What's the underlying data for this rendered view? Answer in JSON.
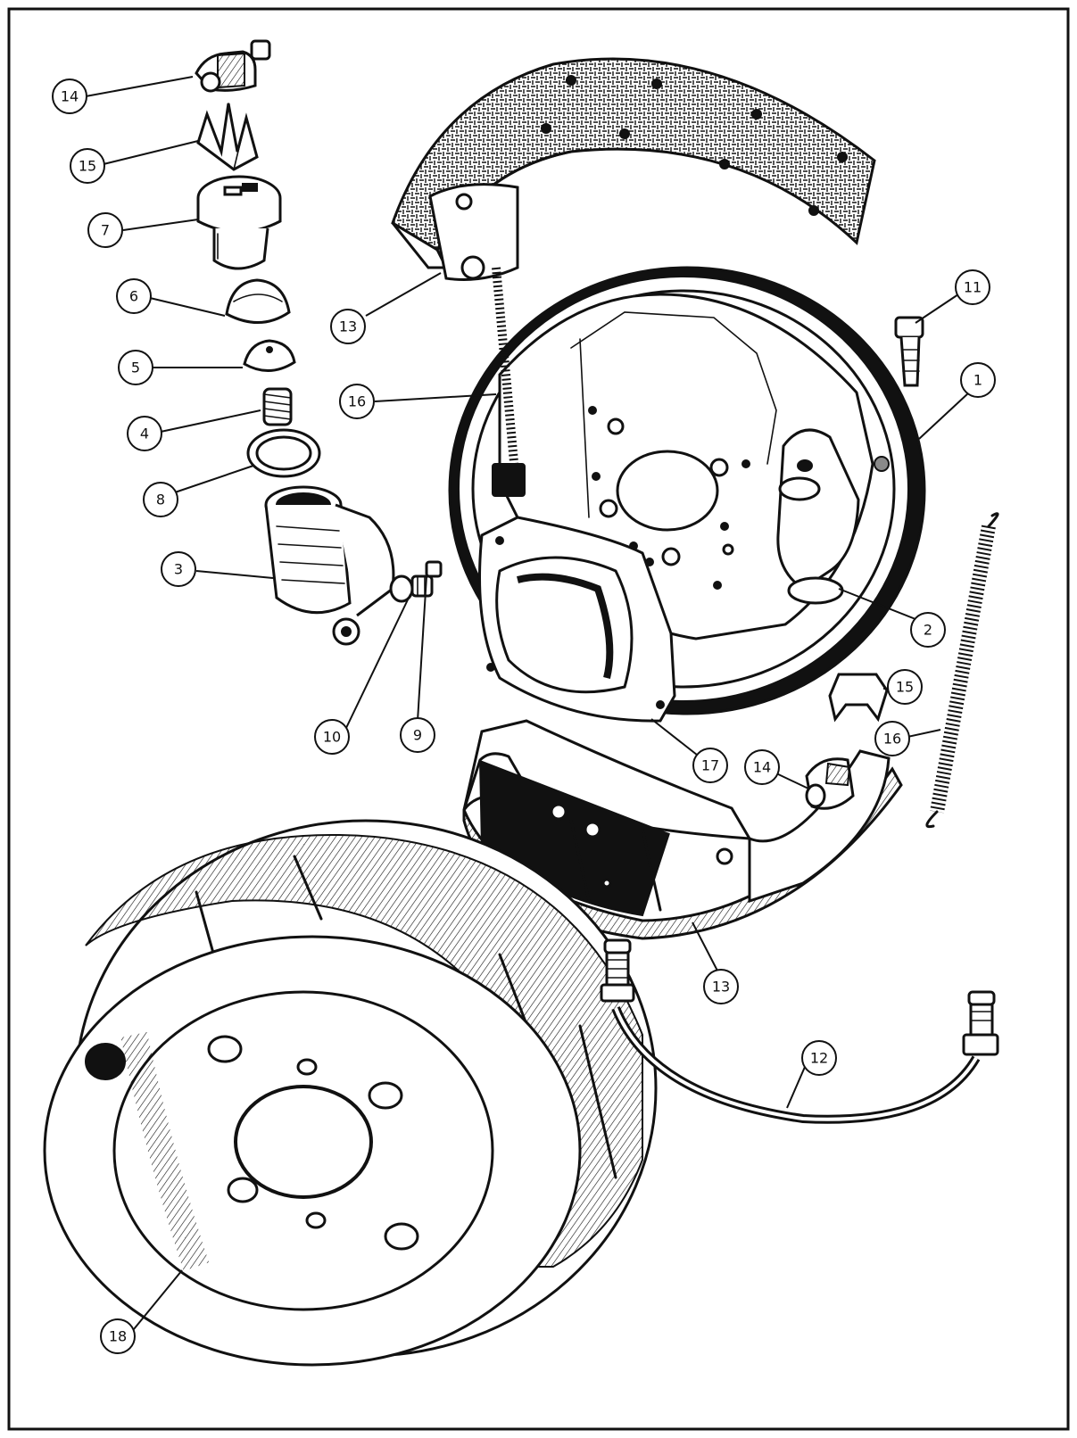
{
  "diagram": {
    "callouts": [
      {
        "id": "c14a",
        "label": "14"
      },
      {
        "id": "c15a",
        "label": "15"
      },
      {
        "id": "c7",
        "label": "7"
      },
      {
        "id": "c6",
        "label": "6"
      },
      {
        "id": "c5",
        "label": "5"
      },
      {
        "id": "c4",
        "label": "4"
      },
      {
        "id": "c8",
        "label": "8"
      },
      {
        "id": "c3",
        "label": "3"
      },
      {
        "id": "c10",
        "label": "10"
      },
      {
        "id": "c9",
        "label": "9"
      },
      {
        "id": "c13a",
        "label": "13"
      },
      {
        "id": "c16a",
        "label": "16"
      },
      {
        "id": "c11",
        "label": "11"
      },
      {
        "id": "c1",
        "label": "1"
      },
      {
        "id": "c2",
        "label": "2"
      },
      {
        "id": "c15b",
        "label": "15"
      },
      {
        "id": "c16b",
        "label": "16"
      },
      {
        "id": "c17",
        "label": "17"
      },
      {
        "id": "c14b",
        "label": "14"
      },
      {
        "id": "c13b",
        "label": "13"
      },
      {
        "id": "c12",
        "label": "12"
      },
      {
        "id": "c18",
        "label": "18"
      }
    ]
  }
}
